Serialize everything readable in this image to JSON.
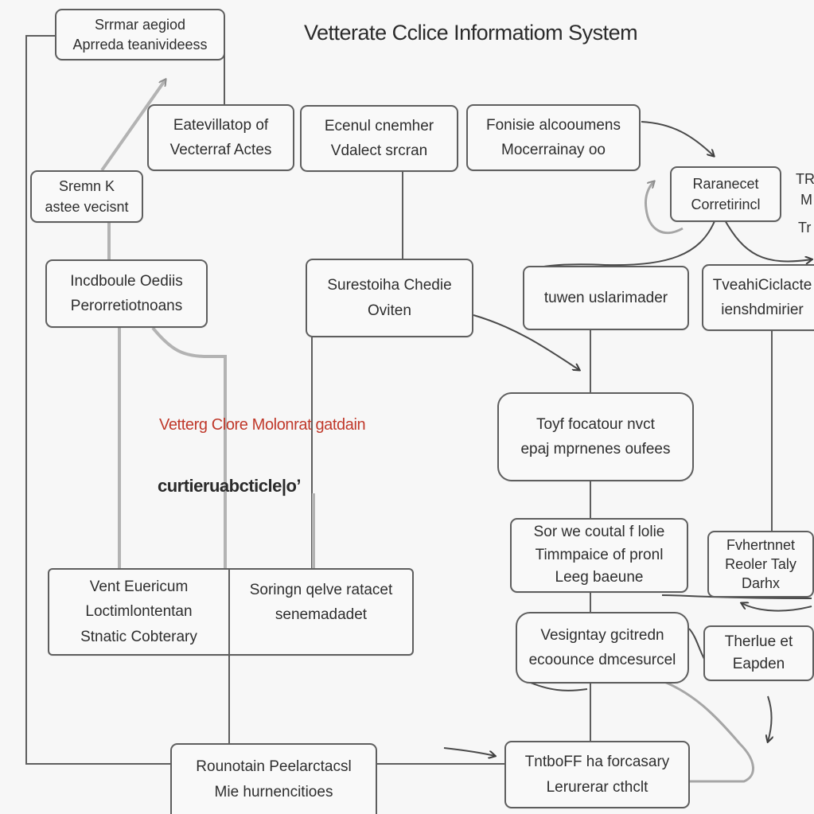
{
  "title": "Vetterate Cclice Informatiom System",
  "nodes": {
    "apreda": [
      "Srrmar aegiod",
      "Aprreda teanivideess"
    ],
    "vecterraf": [
      "Eatevillatop of",
      "Vecterraf Actes"
    ],
    "ecenul": [
      "Ecenul cnemher",
      "Vdalect srcran"
    ],
    "fonisie": [
      "Fonisie alcooumens",
      "Mocerrainay oo"
    ],
    "sremn": [
      "Sremn K",
      "astee vecisnt"
    ],
    "raranecet": [
      "Raranecet",
      "Corretirincl"
    ],
    "incdboule": [
      "Incdboule Oediis",
      "Perorretiotnoans"
    ],
    "surestoiha": [
      "Surestoiha Chedie",
      "Oviten"
    ],
    "tuwen": [
      "tuwen uslarimader"
    ],
    "tveahi": [
      "TveahiCiclacte",
      "ienshdmirier"
    ],
    "toyf": [
      "Toyf focatour nvct",
      "epaj mprnenes oufees"
    ],
    "sorwe": [
      "Sor we coutal f lolie",
      "Timmpaice of pronl",
      "Leeg baeune"
    ],
    "fvhertnnet": [
      "Fvhertnnet",
      "Reoler Taly",
      "Darhx"
    ],
    "vent": [
      "Vent Euericum",
      "Loctimlontentan",
      "Stnatic Cobterary"
    ],
    "soringn": [
      "Soringn qelve ratacet",
      "senemadadet"
    ],
    "vesigntay": [
      "Vesigntay gcitredn",
      "ecoounce dmcesurcel"
    ],
    "therlue": [
      "Therlue et",
      "Eapden"
    ],
    "rounotain": [
      "Rounotain Peelarctacsl",
      "Mie hurnencitioes"
    ],
    "tntboff": [
      "TntboFF ha forcasary",
      "Lerurerar cthclt"
    ]
  },
  "labels": {
    "red": "Vetterg Clore Molonrat gatdain",
    "bold": "curtieruabcticle|o’",
    "edge_right": [
      "TR",
      "M",
      "Tr"
    ]
  },
  "colors": {
    "stroke": "#5e5e5e",
    "light_stroke": "#a9a9a9",
    "node_fill": "#f9f9f9",
    "accent_red": "#c0392b",
    "background": "#f7f7f7"
  }
}
